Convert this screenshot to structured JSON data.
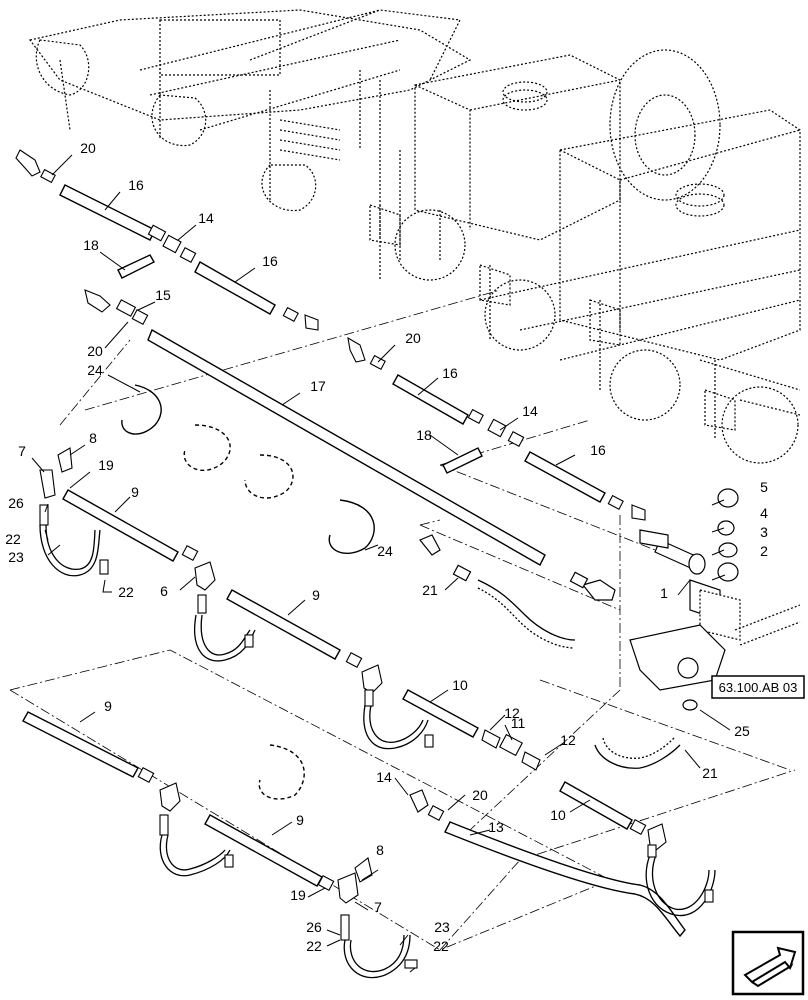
{
  "callouts": {
    "c1": "1",
    "c2": "2",
    "c3": "3",
    "c4": "4",
    "c5": "5",
    "c6": "6",
    "c7a": "7",
    "c7b": "7",
    "c8a": "8",
    "c8b": "8",
    "c9a": "9",
    "c9b": "9",
    "c9c": "9",
    "c9d": "9",
    "c10a": "10",
    "c10b": "10",
    "c11": "11",
    "c12a": "12",
    "c12b": "12",
    "c13": "13",
    "c14a": "14",
    "c14b": "14",
    "c14c": "14",
    "c15": "15",
    "c16a": "16",
    "c16b": "16",
    "c16c": "16",
    "c16d": "16",
    "c17": "17",
    "c18a": "18",
    "c18b": "18",
    "c19a": "19",
    "c19b": "19",
    "c20a": "20",
    "c20b": "20",
    "c20c": "20",
    "c20d": "20",
    "c21a": "21",
    "c21b": "21",
    "c22a": "22",
    "c22b": "22",
    "c22c": "22",
    "c22d": "22",
    "c23a": "23",
    "c23b": "23",
    "c24a": "24",
    "c24b": "24",
    "c25": "25",
    "c26a": "26",
    "c26b": "26"
  },
  "reference_box": {
    "label": "63.100.AB 03"
  },
  "icons": {
    "nav_arrow": "view-arrow-icon"
  },
  "colors": {
    "line": "#000000",
    "background": "#ffffff"
  }
}
